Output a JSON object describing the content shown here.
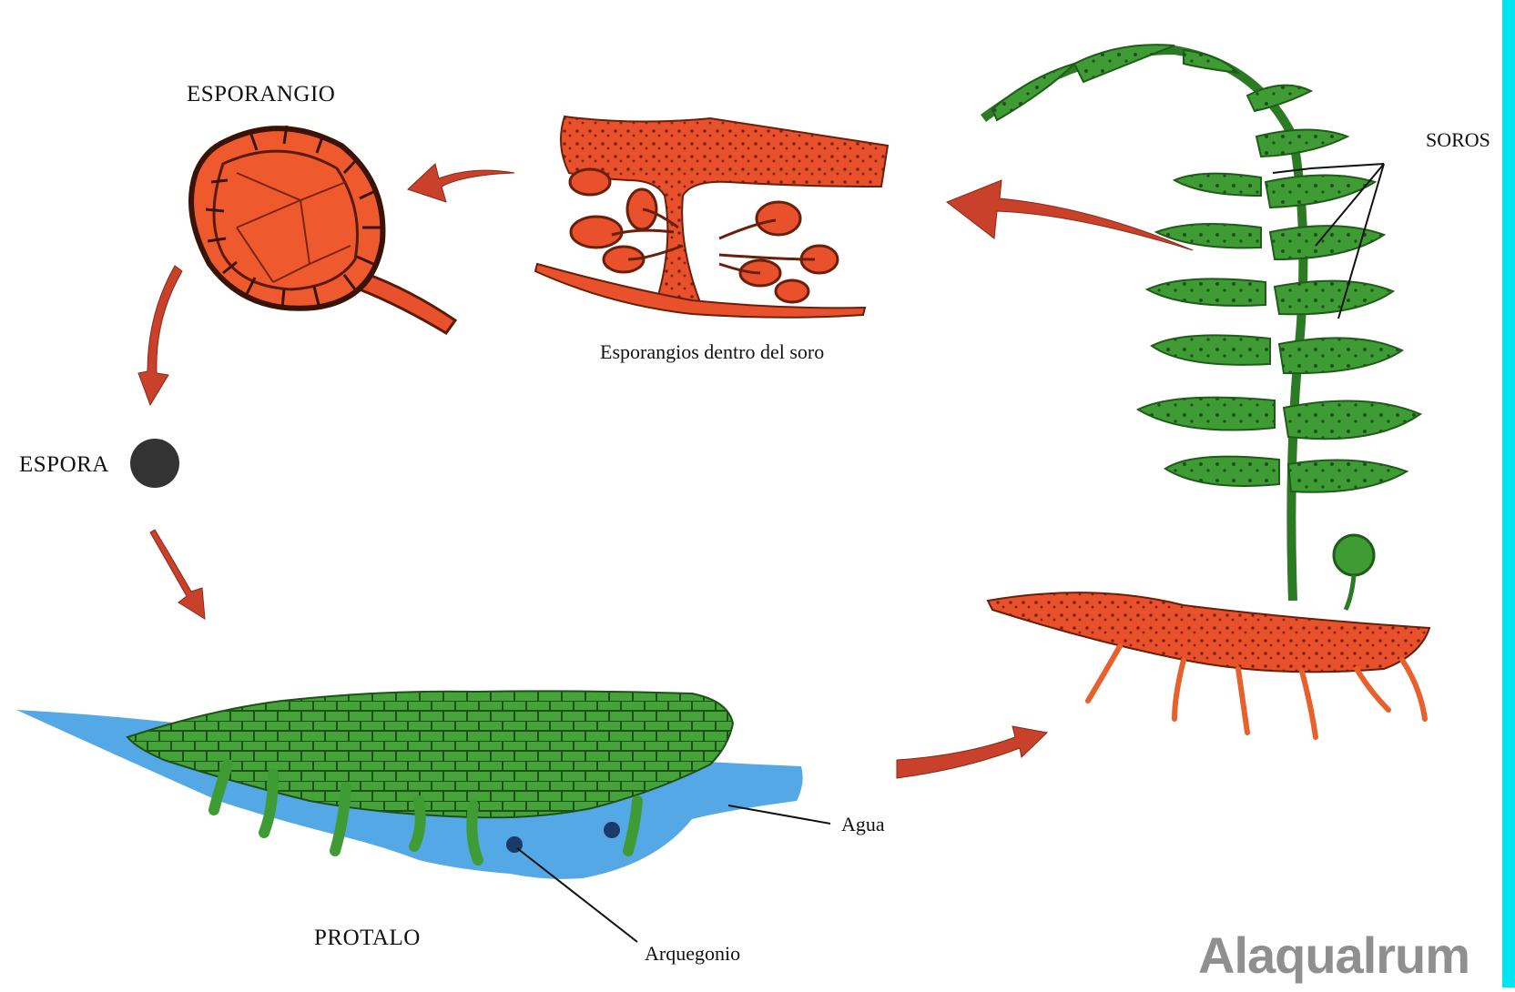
{
  "labels": {
    "esporangio": "ESPORANGIO",
    "soro_caption": "Esporangios dentro del soro",
    "soros": "SOROS",
    "espora": "ESPORA",
    "protalo": "PROTALO",
    "agua": "Agua",
    "arquegonio": "Arquegonio"
  },
  "watermark": "Alaqualrum",
  "colors": {
    "orange": "#e8512c",
    "orange_dark": "#8a2a12",
    "green": "#3f9c35",
    "green_dark": "#1f5c1a",
    "water": "#55a8e6",
    "arrow": "#c9412a",
    "spore": "#333333",
    "border": "#00e5ee"
  }
}
